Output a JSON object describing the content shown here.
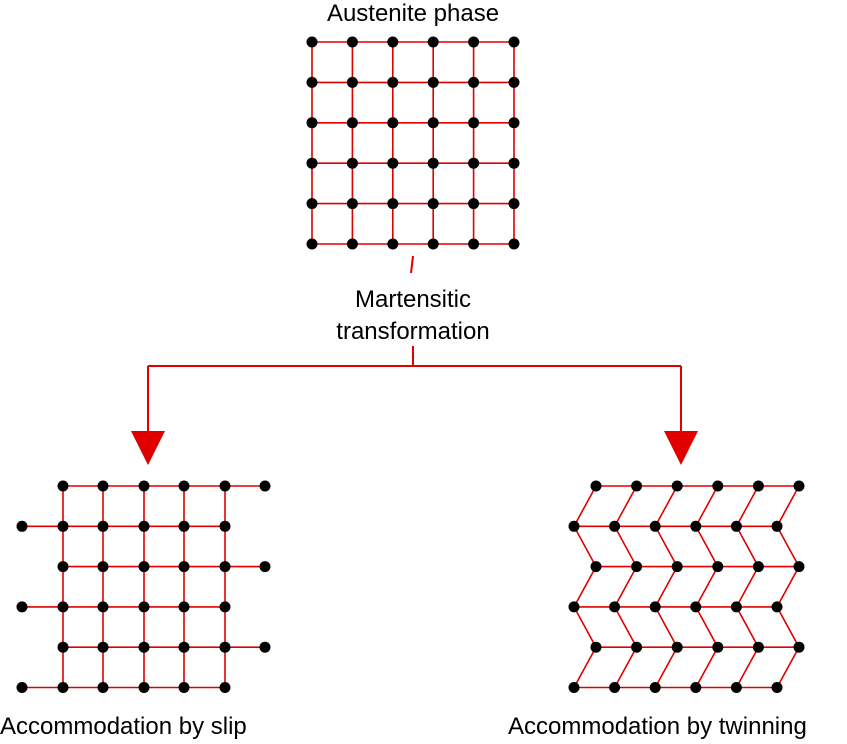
{
  "labels": {
    "austenite": "Austenite phase",
    "martensitic_line1": "Martensitic",
    "martensitic_line2": "transformation",
    "slip": "Accommodation by slip",
    "twinning": "Accommodation by twinning"
  },
  "colors": {
    "bond": "#e00000",
    "atom": "#000000",
    "arrow": "#e00000"
  },
  "lattices": {
    "austenite": {
      "rows": 6,
      "cols": 6,
      "pattern": "square"
    },
    "slip": {
      "rows": 6,
      "cols": 5,
      "pattern": "slipped"
    },
    "twinning": {
      "rows": 6,
      "cols": 6,
      "pattern": "zigzag"
    }
  }
}
